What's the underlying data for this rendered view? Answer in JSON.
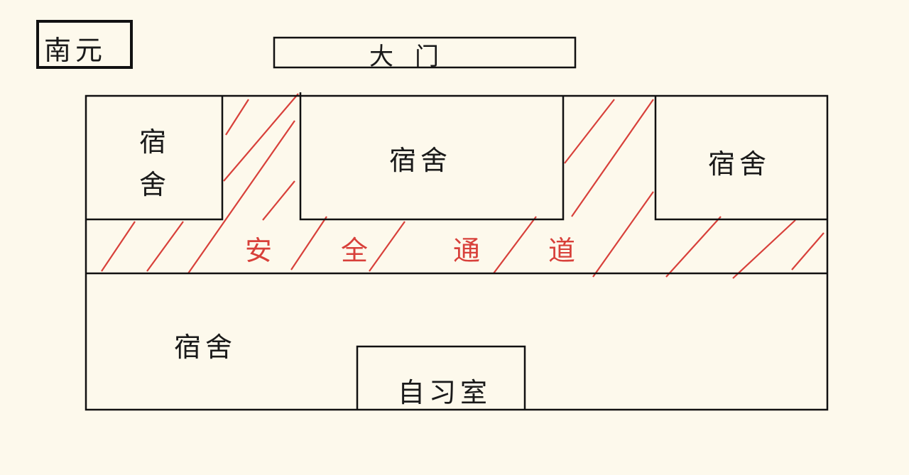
{
  "title_label": "南元",
  "gate_label": "大门",
  "rooms": {
    "dorm_top_left": "宿\n舍",
    "dorm_top_middle": "宿舍",
    "dorm_top_right": "宿舍",
    "dorm_bottom": "宿舍",
    "study_room": "自习室"
  },
  "corridor": {
    "chars": [
      "安",
      "全",
      "通",
      "道"
    ]
  },
  "colors": {
    "ink": "#1a1a1a",
    "hatch": "#d8403a",
    "background": "#fdf9ec"
  }
}
